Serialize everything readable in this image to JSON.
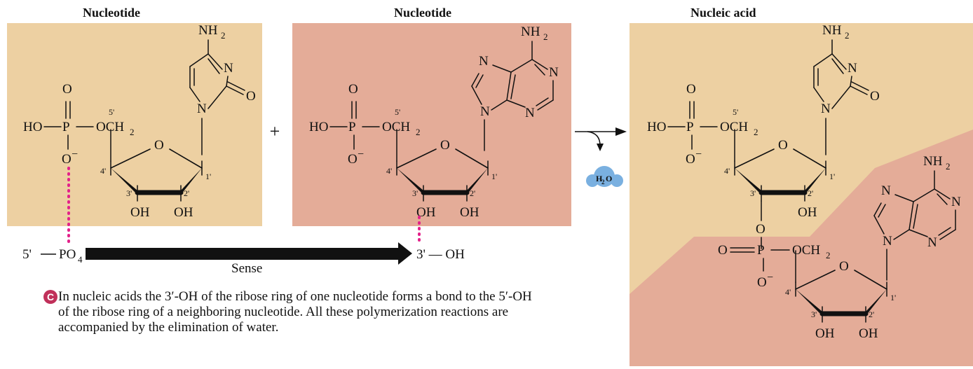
{
  "titles": {
    "left": "Nucleotide",
    "middle": "Nucleotide",
    "right": "Nucleic acid"
  },
  "labels": {
    "ho": "HO",
    "p": "P",
    "o": "O",
    "och2": "OCH",
    "sub2": "2",
    "ominus": "O",
    "minus": "−",
    "oh": "OH",
    "n": "N",
    "nh2": "NH",
    "p5": "5'",
    "p4": "4'",
    "p3": "3'",
    "p2": "2'",
    "p1": "1'",
    "plus": "+",
    "h2o_h": "H",
    "h2o_o": "O"
  },
  "sense": {
    "left_prefix": "5'",
    "left_po": "PO",
    "left_sub": "4",
    "right_label": "3' — OH",
    "caption": "Sense"
  },
  "caption_badge": "C",
  "caption_text": "In nucleic acids the 3′-OH of the ribose ring of one nucleotide forms a bond to the 5′-OH of the ribose ring of a neighboring nucleotide. All these polymerization reactions are accompanied by the elimination of water.",
  "colors": {
    "tan": "#edd0a2",
    "salmon": "#e4ac98",
    "dots": "#e3218a",
    "badge": "#c0305a",
    "water": "#7ab0e0"
  }
}
